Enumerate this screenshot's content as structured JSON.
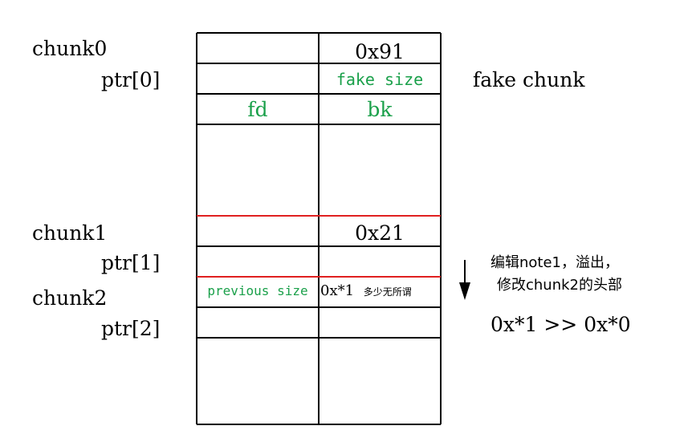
{
  "left_labels": {
    "chunk0": "chunk0",
    "ptr0": "ptr[0]",
    "chunk1": "chunk1",
    "ptr1": "ptr[1]",
    "chunk2": "chunk2",
    "ptr2": "ptr[2]"
  },
  "cells": {
    "size0": "0x91",
    "fake_size": "fake size",
    "fd": "fd",
    "bk": "bk",
    "size1": "0x21",
    "prev_size": "previous size",
    "size2": "0x*1",
    "size2_note": "多少无所谓"
  },
  "right": {
    "fake_chunk": "fake chunk",
    "note_line1": "编辑note1，溢出，",
    "note_line2": "修改chunk2的头部",
    "transform": "0x*1 >> 0x*0"
  },
  "colors": {
    "grid": "#000000",
    "boundary": "#e02020",
    "green_text": "#1aa04a"
  }
}
